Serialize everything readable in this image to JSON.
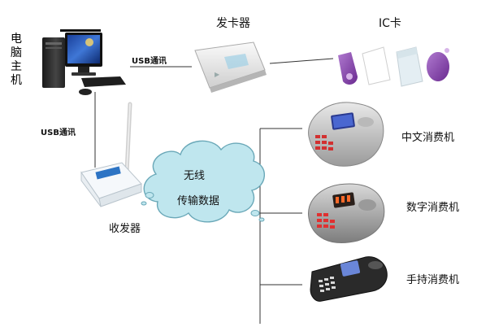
{
  "labels": {
    "computer": [
      "电",
      "脑",
      "主",
      "机"
    ],
    "card_issuer": "发卡器",
    "ic_card": "IC卡",
    "usb_link_top": "USB通讯",
    "usb_link_left": "USB通讯",
    "transceiver": "收发器",
    "wireless_line1": "无线",
    "wireless_line2": "传输数据",
    "terminal_chinese": "中文消费机",
    "terminal_digital": "数字消费机",
    "terminal_handheld": "手持消费机"
  },
  "colors": {
    "line": "#333333",
    "cloud_fill": "#bfe6ee",
    "cloud_stroke": "#6aa8b8",
    "monitor_screen": "#1e4fa8",
    "tower": "#2a2a2a",
    "keyfob": "#8a4aa8"
  },
  "icons": [
    "desktop-computer-icon",
    "card-reader-icon",
    "ic-card-icon",
    "router-icon",
    "cloud-icon",
    "pos-terminal-icon",
    "handheld-terminal-icon"
  ]
}
